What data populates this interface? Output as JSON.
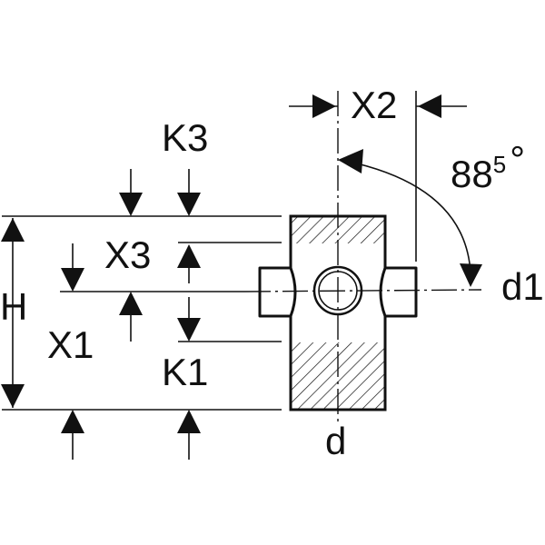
{
  "labels": {
    "k3": "K3",
    "x2": "X2",
    "x3": "X3",
    "h": "H",
    "x1": "X1",
    "k1": "K1",
    "d": "d",
    "d1": "d1",
    "angle_main": "88",
    "angle_sup": "5",
    "angle_unit": "°"
  },
  "colors": {
    "line": "#111111",
    "background": "#ffffff"
  }
}
